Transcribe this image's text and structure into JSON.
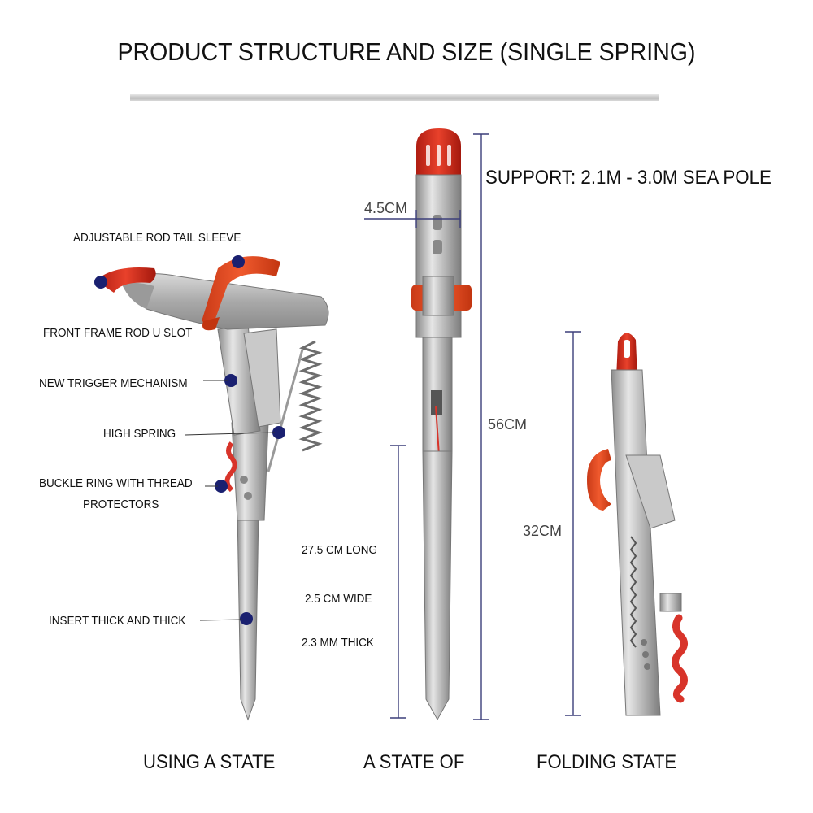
{
  "title": "PRODUCT STRUCTURE AND SIZE (SINGLE SPRING)",
  "support": "SUPPORT: 2.1M - 3.0M SEA POLE",
  "labels": {
    "rod_tail_sleeve": "ADJUSTABLE ROD TAIL SLEEVE",
    "front_frame": "FRONT FRAME ROD U SLOT",
    "trigger": "NEW TRIGGER MECHANISM",
    "spring": "HIGH SPRING",
    "buckle_line1": "BUCKLE RING WITH THREAD",
    "buckle_line2": "PROTECTORS",
    "insert": "INSERT THICK AND THICK"
  },
  "dimensions": {
    "width": "4.5CM",
    "total_length": "56CM",
    "folded_length": "32CM"
  },
  "insert_specs": {
    "long": "27.5 CM LONG",
    "wide": "2.5 CM WIDE",
    "thick": "2.3 MM THICK"
  },
  "states": {
    "using": "USING A STATE",
    "state_of": "A STATE OF",
    "folding": "FOLDING STATE"
  },
  "colors": {
    "accent_orange": "#e2502a",
    "marker_dot": "#1a2070",
    "dimension_line": "#3c3f7a",
    "metal": "#b8b8b8"
  }
}
